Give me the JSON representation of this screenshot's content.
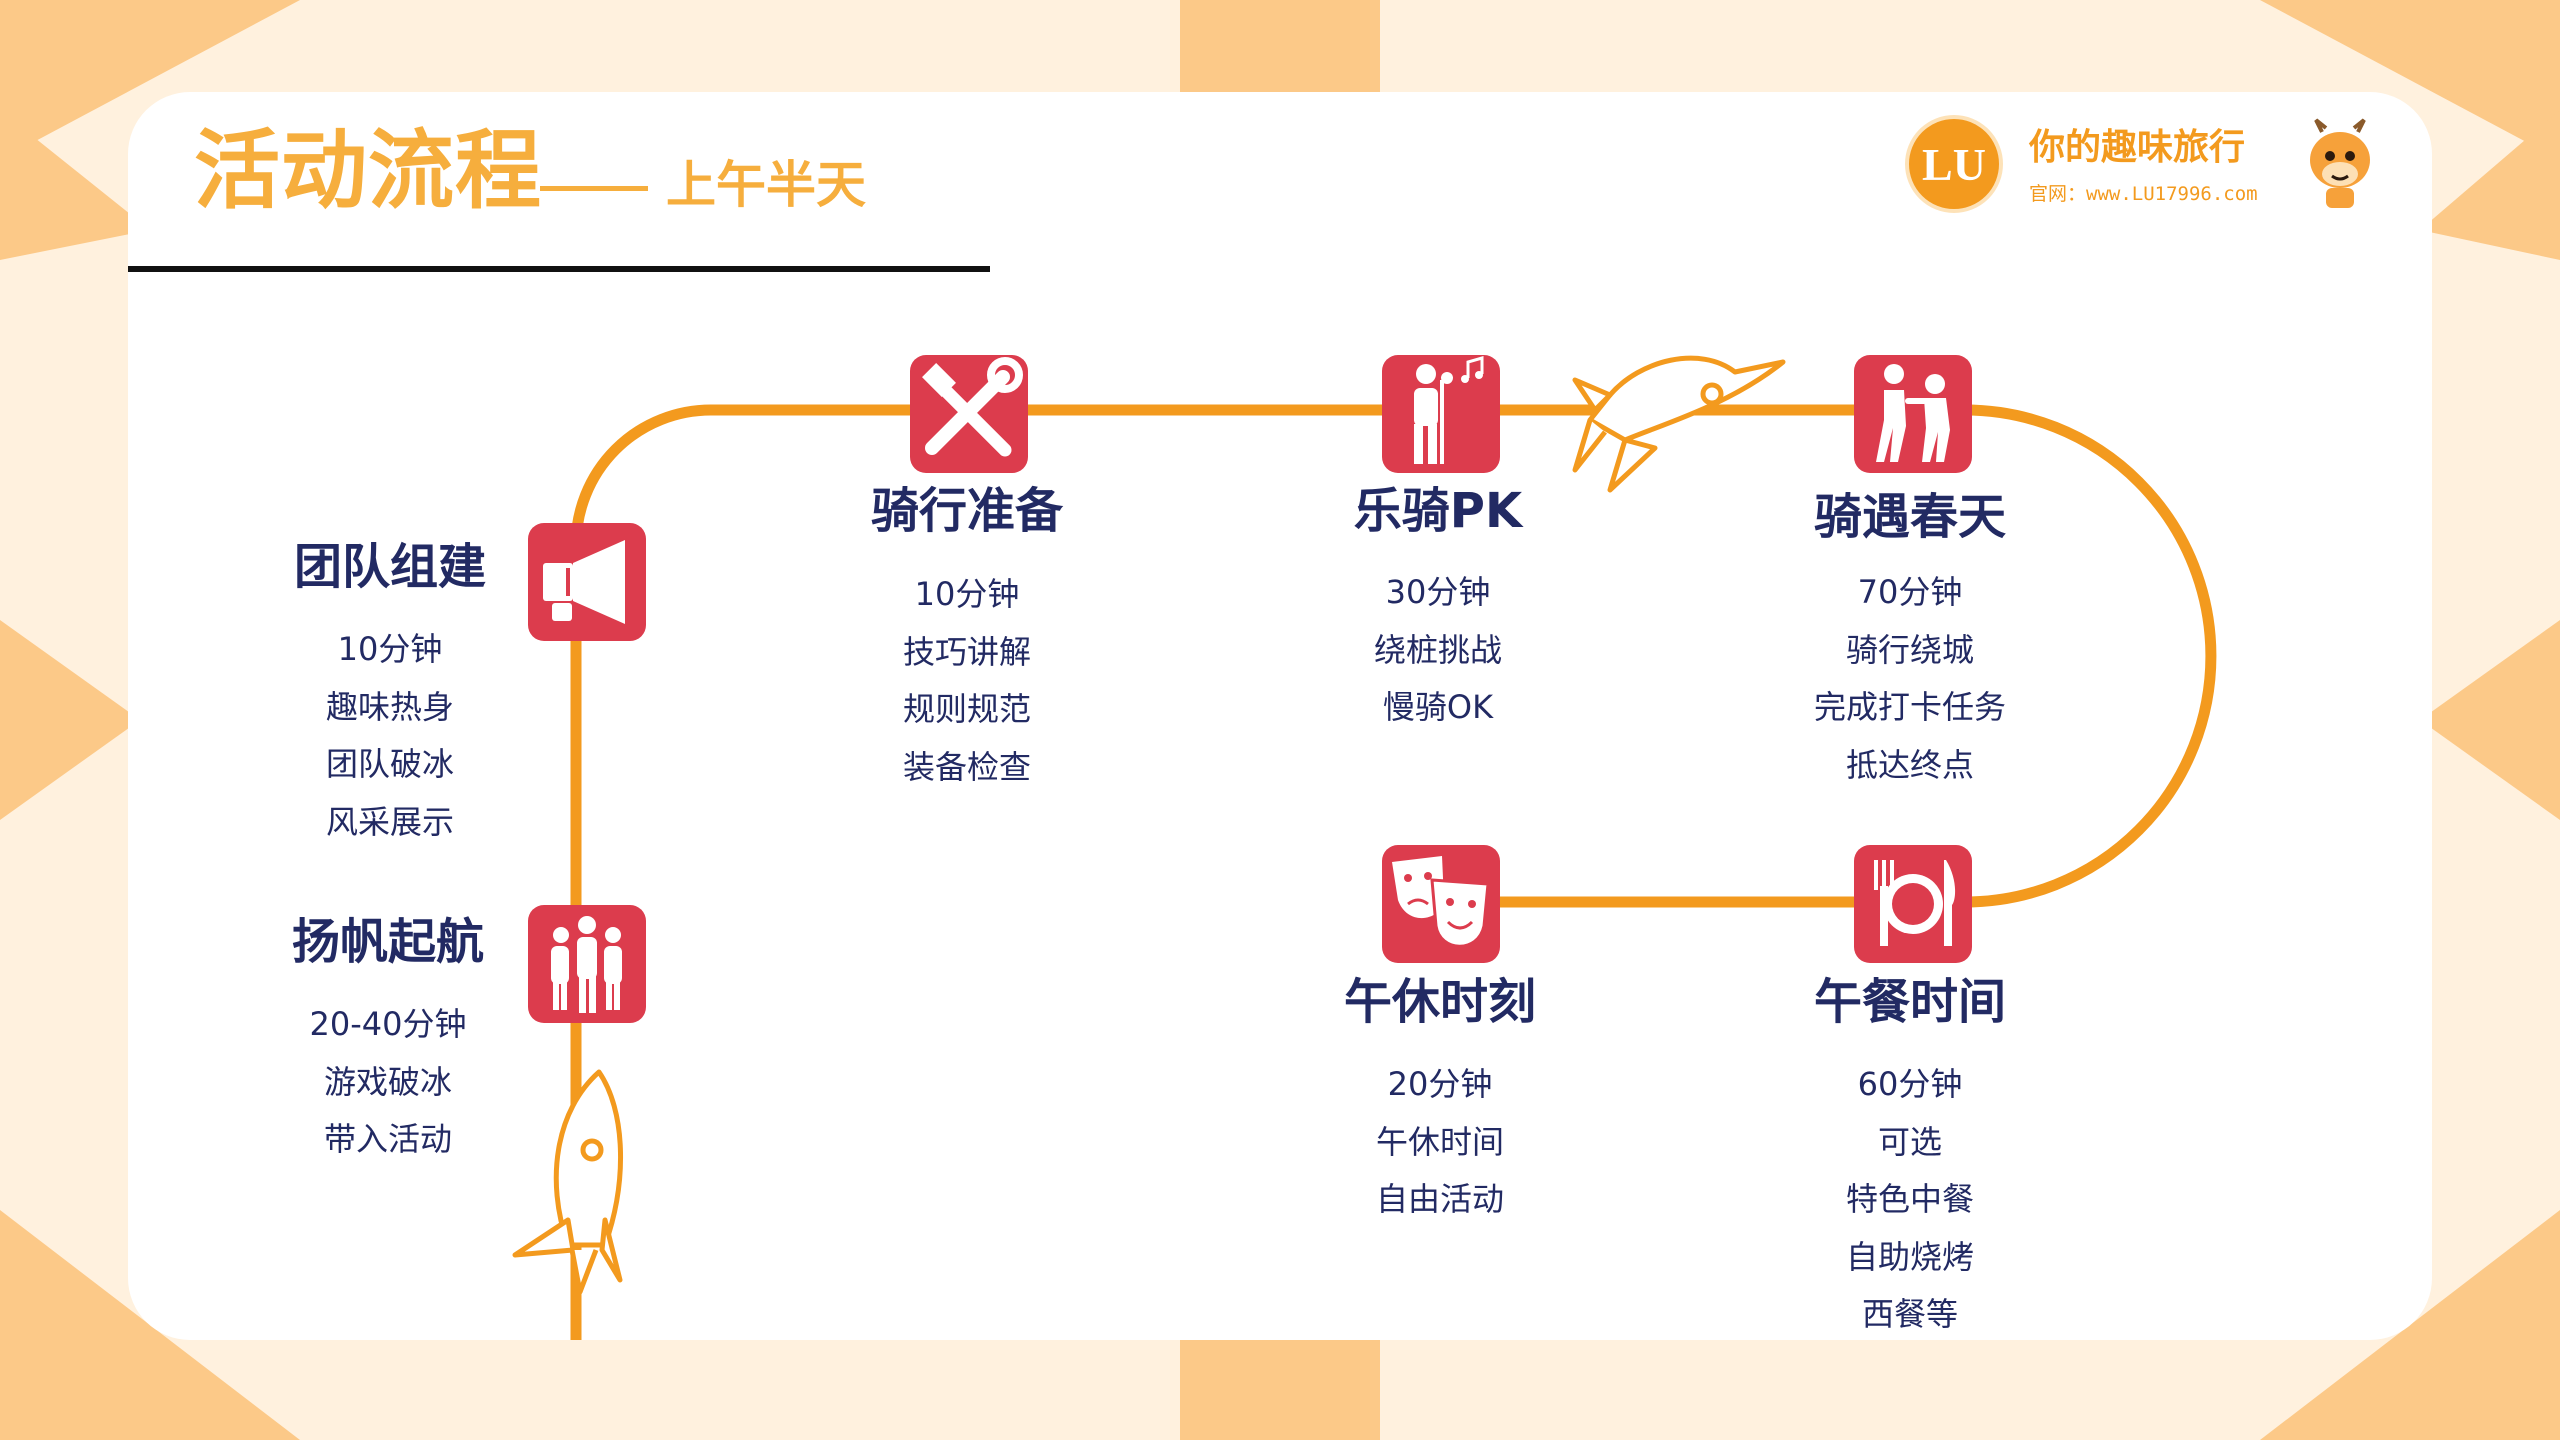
{
  "header": {
    "title": "活动流程",
    "subtitle": "上午半天"
  },
  "logo": {
    "mark": "LU",
    "slogan": "你的趣味旅行",
    "site": "官网：www.LU17996.com"
  },
  "colors": {
    "accent": "#f6ae3d",
    "path": "#f39a1e",
    "icon_bg": "#dc3c4d",
    "text": "#222a63"
  },
  "steps": [
    {
      "title": "团队组建",
      "icon": "megaphone-icon",
      "items": [
        "10分钟",
        "趣味热身",
        "团队破冰",
        "风采展示"
      ]
    },
    {
      "title": "扬帆起航",
      "icon": "team-icon",
      "items": [
        "20-40分钟",
        "游戏破冰",
        "带入活动"
      ]
    },
    {
      "title": "骑行准备",
      "icon": "tools-icon",
      "items": [
        "10分钟",
        "技巧讲解",
        "规则规范",
        "装备检查"
      ]
    },
    {
      "title": "乐骑PK",
      "icon": "singer-icon",
      "items": [
        "30分钟",
        "绕桩挑战",
        "慢骑OK"
      ]
    },
    {
      "title": "骑遇春天",
      "icon": "walking-pair-icon",
      "items": [
        "70分钟",
        "骑行绕城",
        "完成打卡任务",
        "抵达终点"
      ]
    },
    {
      "title": "午餐时间",
      "icon": "plate-cutlery-icon",
      "items": [
        "60分钟",
        "可选",
        "特色中餐",
        "自助烧烤",
        "西餐等"
      ]
    },
    {
      "title": "午休时刻",
      "icon": "theater-masks-icon",
      "items": [
        "20分钟",
        "午休时间",
        "自由活动"
      ]
    }
  ]
}
